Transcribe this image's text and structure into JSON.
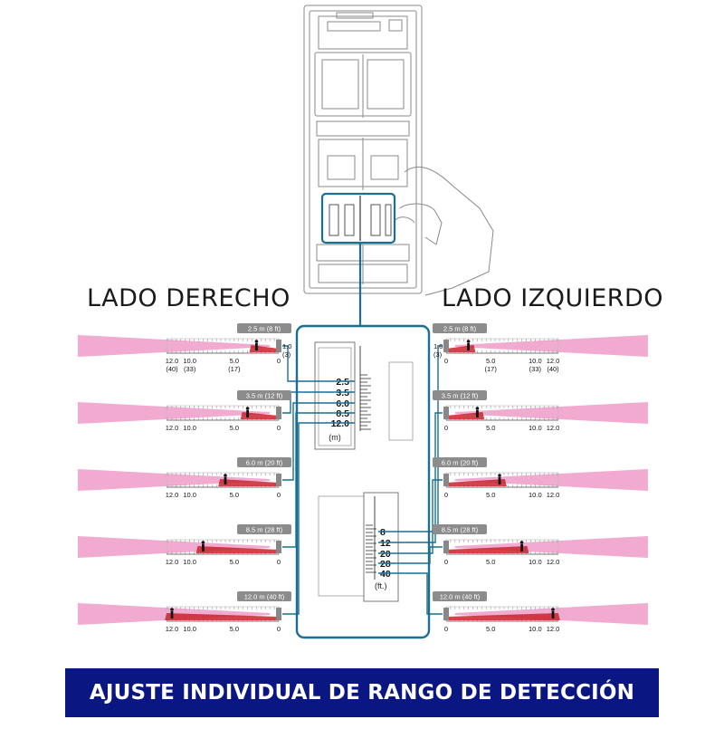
{
  "titles": {
    "right": "LADO DERECHO",
    "left": "LADO IZQUIERDO"
  },
  "banner": "AJUSTE INDIVIDUAL DE RANGO DE DETECCIÓN",
  "range_rows": [
    {
      "badge": "2.5 m (8 ft)",
      "ticks": [
        "12.0",
        "10.0",
        "5.0",
        "0"
      ],
      "ticks_ft": [
        "(40)",
        "(33)",
        "(17)"
      ],
      "near": "1.0",
      "near_ft": "(3)",
      "reach_m": 2.5
    },
    {
      "badge": "3.5 m (12 ft)",
      "ticks": [
        "12.0",
        "10.0",
        "5.0",
        "0"
      ],
      "reach_m": 3.5
    },
    {
      "badge": "6.0 m (20 ft)",
      "ticks": [
        "12.0",
        "10.0",
        "5.0",
        "0"
      ],
      "reach_m": 6.0
    },
    {
      "badge": "8.5 m (28 ft)",
      "ticks": [
        "12.0",
        "10.0",
        "5.0",
        "0"
      ],
      "reach_m": 8.5
    },
    {
      "badge": "12.0 m (40 ft)",
      "ticks": [
        "12.0",
        "10.0",
        "5.0",
        "0"
      ],
      "reach_m": 12.0
    }
  ],
  "scale_m": {
    "labels": [
      "2.5",
      "3.5",
      "6.0",
      "8.5",
      "12.0"
    ],
    "unit": "(m)"
  },
  "scale_ft": {
    "labels": [
      "8",
      "12",
      "20",
      "28",
      "40"
    ],
    "unit": "(ft.)"
  },
  "colors": {
    "accent": "#1a6f93",
    "beam": "#f0a2cb",
    "zone": "#c8232c",
    "banner": "#0a1682",
    "badge": "#8c8c8c",
    "line": "#555555"
  }
}
